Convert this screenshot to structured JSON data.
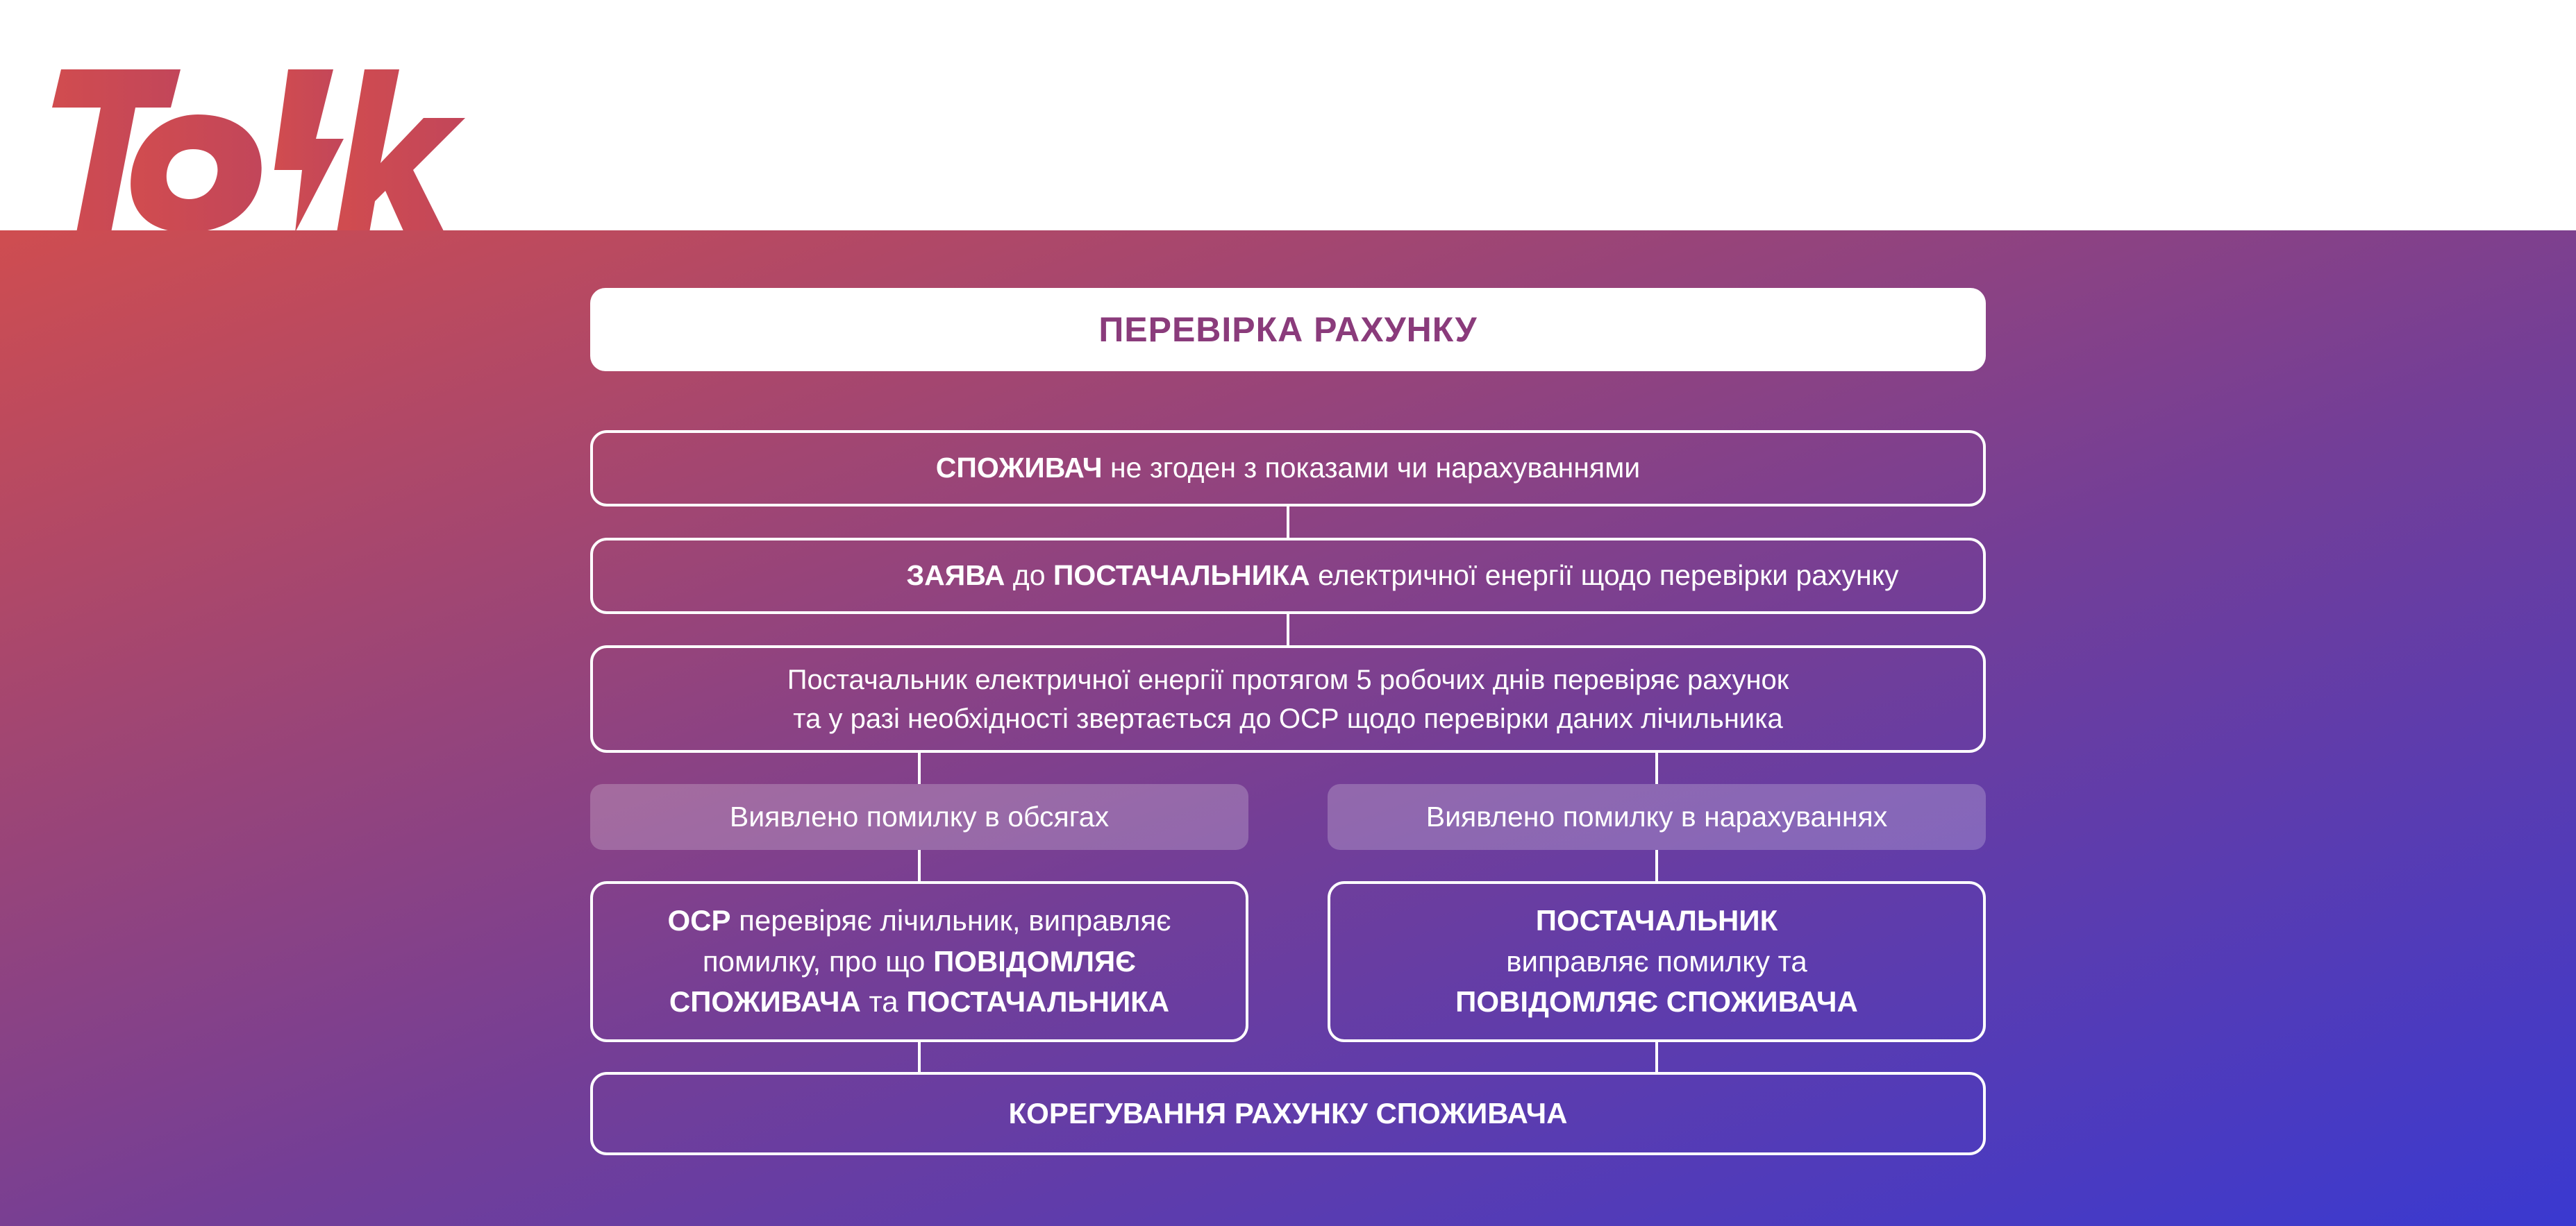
{
  "brand": {
    "logo_text": "Tok",
    "logo_color": "#cf4c50"
  },
  "colors": {
    "gradient_start": "#cf4d50",
    "gradient_end": "#3a39d0",
    "title_text": "#8a3b7b"
  },
  "diagram": {
    "title": "ПЕРЕВІРКА РАХУНКУ",
    "step1": {
      "bold": "СПОЖИВАЧ",
      "text": " не згоден з показами чи нарахуваннями"
    },
    "step2": {
      "bold1": "ЗАЯВА",
      "text1": " до ",
      "bold2": "ПОСТАЧАЛЬНИКА",
      "text2": " електричної енергії щодо перевірки рахунку"
    },
    "step3": {
      "line1": "Постачальник електричної енергії протягом 5 робочих днів перевіряє рахунок",
      "line2": "та у разі необхідності звертається до ОСР щодо перевірки даних лічильника"
    },
    "branch_left": {
      "label": "Виявлено помилку в обсягах",
      "bold1": "ОСР",
      "text1": " перевіряє лічильник, виправляє",
      "text2": "помилку, про що ",
      "bold2": "ПОВІДОМЛЯЄ",
      "bold3": "СПОЖИВАЧА",
      "text3": " та ",
      "bold4": "ПОСТАЧАЛЬНИКА"
    },
    "branch_right": {
      "label": "Виявлено помилку в нарахуваннях",
      "bold1": "ПОСТАЧАЛЬНИК",
      "text1": "виправляє помилку та",
      "bold2": "ПОВІДОМЛЯЄ СПОЖИВАЧА"
    },
    "final": "КОРЕГУВАННЯ РАХУНКУ СПОЖИВАЧА"
  }
}
